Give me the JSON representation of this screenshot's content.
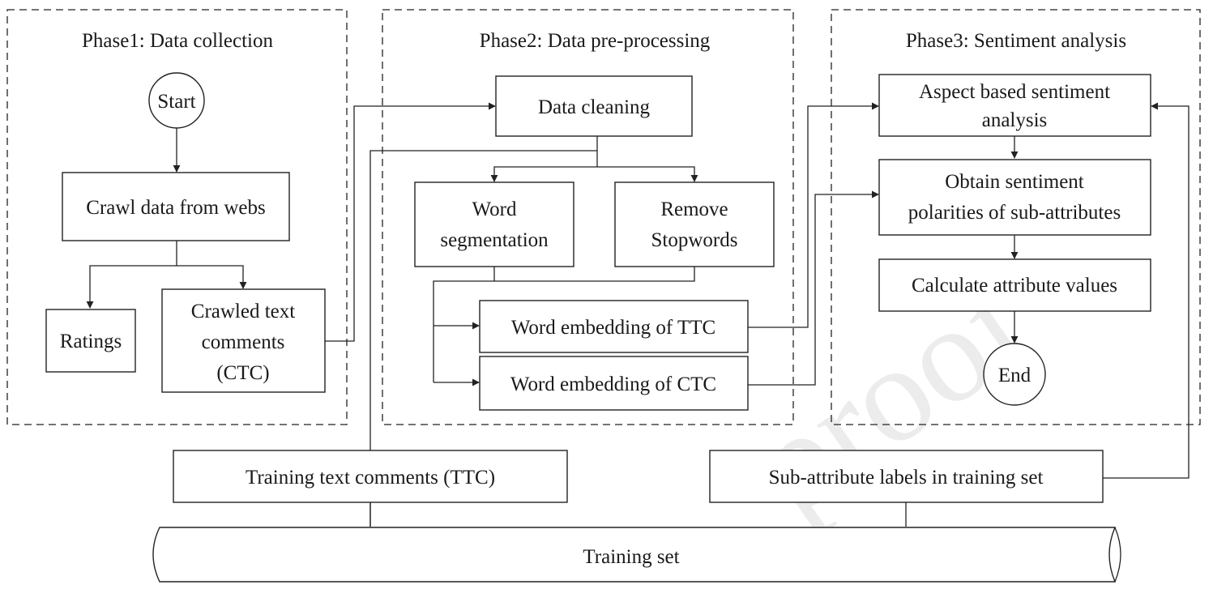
{
  "phases": {
    "phase1": "Phase1: Data collection",
    "phase2": "Phase2: Data pre-processing",
    "phase3": "Phase3: Sentiment analysis"
  },
  "nodes": {
    "start": "Start",
    "crawl": "Crawl data from webs",
    "ratings": "Ratings",
    "ctc": [
      "Crawled text",
      "comments",
      "(CTC)"
    ],
    "cleaning": "Data cleaning",
    "segmentation": [
      "Word",
      "segmentation"
    ],
    "stopwords": [
      "Remove",
      "Stopwords"
    ],
    "embedding_ttc": "Word embedding of TTC",
    "embedding_ctc": "Word embedding of CTC",
    "absa": [
      "Aspect based sentiment",
      "analysis"
    ],
    "polarities": [
      "Obtain sentiment",
      "polarities of sub-attributes"
    ],
    "calculate": "Calculate attribute values",
    "end": "End",
    "ttc": "Training text comments (TTC)",
    "labels": "Sub-attribute labels in training set",
    "training_set": "Training set"
  },
  "watermark": "proof"
}
